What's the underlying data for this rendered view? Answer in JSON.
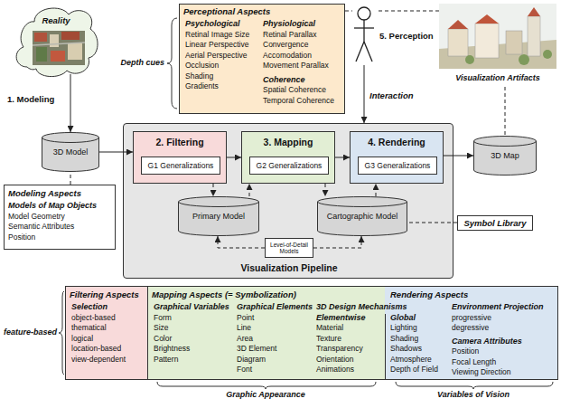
{
  "diagram": {
    "nodes": [
      {
        "text": [
          "Reality"
        ]
      },
      {
        "text": [
          "Perceptional Aspects",
          "Psychological",
          "Retinal Image Size",
          "Linear Perspective",
          "Aerial Perspective",
          "Occlusion",
          "Shading",
          "Gradients",
          "Physiological",
          "Retinal Parallax",
          "Convergence",
          "Accomodation",
          "Movement Parallax",
          "Coherence",
          "Spatial Coherence",
          "Temporal Coherence"
        ]
      },
      {
        "text": [
          "5. Perception"
        ]
      },
      {
        "text": [
          "Visualization Artifacts"
        ]
      },
      {
        "text": [
          "3D Model"
        ]
      },
      {
        "text": [
          "Visualization Pipeline"
        ]
      },
      {
        "text": [
          "2. Filtering"
        ],
        "in": 5
      },
      {
        "text": [
          "G1 Generalizations"
        ],
        "in": 6
      },
      {
        "text": [
          "3. Mapping"
        ],
        "in": 5
      },
      {
        "text": [
          "G2 Generalizations"
        ],
        "in": 8
      },
      {
        "text": [
          "4. Rendering"
        ],
        "in": 5
      },
      {
        "text": [
          "G3 Generalizations"
        ],
        "in": 10
      },
      {
        "text": [
          "Primary Model"
        ],
        "in": 5
      },
      {
        "text": [
          "Level-of-Detail Models"
        ],
        "in": 5
      },
      {
        "text": [
          "Cartographic Model"
        ],
        "in": 5
      },
      {
        "text": [
          "3D Map"
        ]
      },
      {
        "text": [
          "Modeling Aspects",
          "Models of Map Objects",
          "Model Geometry",
          "Semantic Attributes",
          "Position"
        ]
      },
      {
        "text": [
          "Symbol Library"
        ]
      },
      {
        "text": [
          "Filtering Aspects",
          "Selection",
          "object-based",
          "thematical",
          "logical",
          "location-based",
          "view-dependent"
        ]
      },
      {
        "text": [
          "Mapping Aspects (= Symbolization)",
          "Graphical Variables",
          "Form",
          "Size",
          "Color",
          "Brightness",
          "Pattern",
          "Graphical Elements",
          "Point",
          "Line",
          "Area",
          "3D Element",
          "Diagram",
          "Font",
          "3D Design Mechanisms",
          "Elementwise",
          "Material",
          "Texture",
          "Transparency",
          "Orientation",
          "Animations"
        ]
      },
      {
        "text": [
          "Rendering Aspects",
          "Global",
          "Lighting",
          "Shading",
          "Shadows",
          "Atmosphere",
          "Depth of Field",
          "Environment Projection",
          "progressive",
          "degressive",
          "Camera Attributes",
          "Position",
          "Focal Length",
          "Viewing Direction"
        ]
      }
    ],
    "edges": [
      {
        "from": 0,
        "to": 4,
        "arrow": "to"
      },
      {
        "from": 4,
        "to": 6,
        "arrow": "to"
      },
      {
        "from": 6,
        "to": 8,
        "arrow": "to"
      },
      {
        "from": 8,
        "to": 10,
        "arrow": "to"
      },
      {
        "from": 10,
        "to": 15,
        "arrow": "to"
      },
      {
        "from": 6,
        "to": 12,
        "arrow": "to"
      },
      {
        "from": 12,
        "to": 8,
        "arrow": "to"
      },
      {
        "from": 8,
        "to": 14,
        "arrow": "to"
      },
      {
        "from": 14,
        "to": 10,
        "arrow": "to"
      },
      {
        "from": 13,
        "to": 12,
        "arrow": "to"
      },
      {
        "from": 13,
        "to": 14,
        "arrow": "to"
      },
      {
        "from": 2,
        "to": 5,
        "arrow": "to"
      },
      {
        "from": 1,
        "to": 2,
        "arrow": "none"
      },
      {
        "from": 3,
        "to": 2,
        "arrow": "none"
      },
      {
        "from": 3,
        "to": 15,
        "arrow": "none"
      },
      {
        "from": 16,
        "to": 4,
        "arrow": "none"
      },
      {
        "from": 17,
        "to": 14,
        "arrow": "none"
      }
    ],
    "labels": [
      "1. Modeling",
      "Depth cues",
      "Interaction",
      "feature-based",
      "Graphic Appearance",
      "Variables of Vision"
    ]
  }
}
